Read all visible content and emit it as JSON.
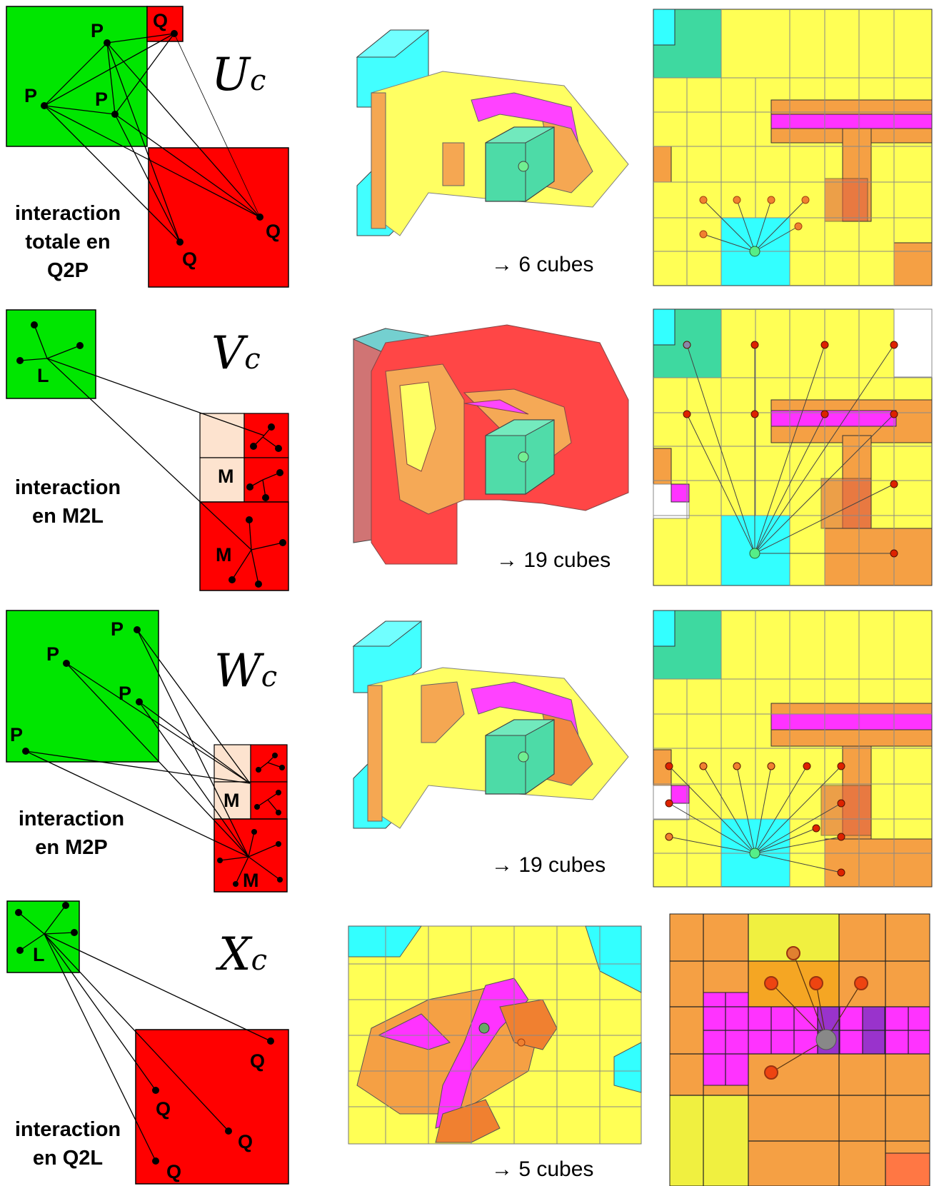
{
  "rows": [
    {
      "symbol": "U",
      "subscript": "c",
      "caption": [
        "interaction",
        "totale en",
        "Q2P"
      ],
      "count": "→ 6 cubes",
      "labels": {
        "P": "P",
        "Q": "Q"
      }
    },
    {
      "symbol": "V",
      "subscript": "c",
      "caption": [
        "interaction",
        "en M2L"
      ],
      "count": "→ 19 cubes",
      "labels": {
        "L": "L",
        "M": "M"
      }
    },
    {
      "symbol": "W",
      "subscript": "c",
      "caption": [
        "interaction",
        "en M2P"
      ],
      "count": "→ 19 cubes",
      "labels": {
        "P": "P",
        "M": "M"
      }
    },
    {
      "symbol": "X",
      "subscript": "c",
      "caption": [
        "interaction",
        "en Q2L"
      ],
      "count": "→ 5 cubes",
      "labels": {
        "L": "L",
        "Q": "Q"
      }
    }
  ],
  "colors": {
    "green": "#00e600",
    "red": "#ff0000",
    "peach": "#fde3cf",
    "yellow": "#ffff55",
    "orange": "#f5a044",
    "magenta": "#ff33ff",
    "cyan": "#33ffff",
    "teal": "#3ed9a0"
  }
}
